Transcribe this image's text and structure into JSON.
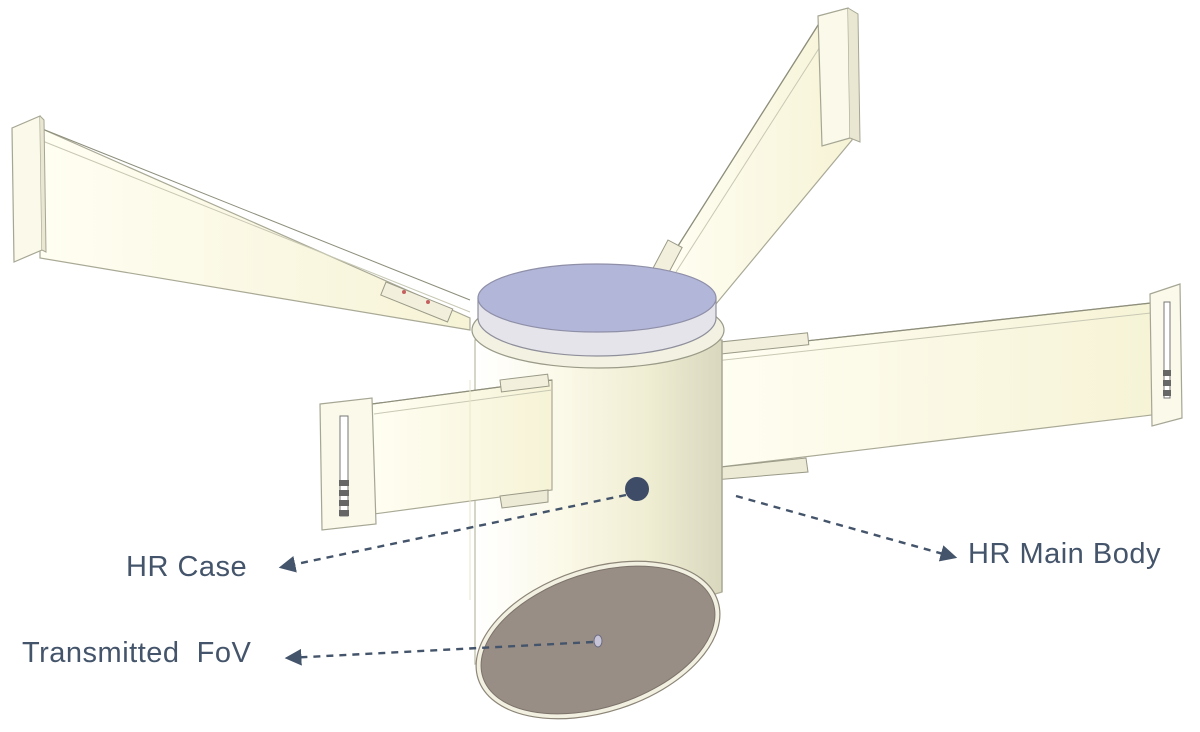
{
  "labels": {
    "hr_case": "HR Case",
    "hr_main_body": "HR Main Body",
    "transmitted_fov": "Transmitted  FoV"
  },
  "colors": {
    "panel_fill": "#fdfbe6",
    "panel_edge": "#b9b9a8",
    "cylinder_fill": "#f7f5df",
    "lid_top": "#b2b6d9",
    "lid_side": "#e4e4ea",
    "base_ellipse": "#998e86",
    "dot_marker": "#3e4c68",
    "arrow": "#44546a",
    "label_text": "#44546a"
  }
}
